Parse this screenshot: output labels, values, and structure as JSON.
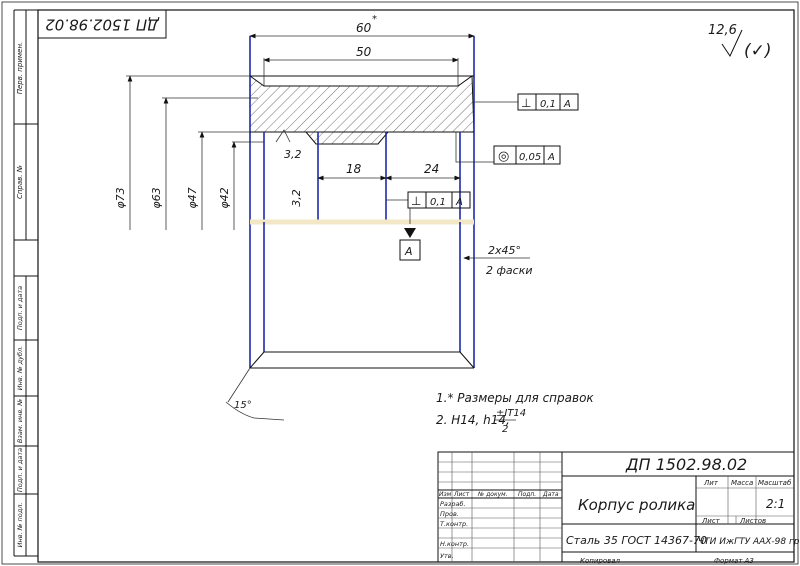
{
  "top_stamp": "ДП 1502.98.02",
  "left_strip": {
    "top_cells": [
      "Перв. примен.",
      "Справ. №"
    ],
    "bottom_cells": [
      "Подп. и дата",
      "Инв. № дубл.",
      "Взам. инв. №",
      "Подп. и дата",
      "Инв. № подл."
    ]
  },
  "roughness": {
    "value": "12,6",
    "check": "(✓)"
  },
  "dims": {
    "overall_length": "60",
    "overall_mark": "*",
    "inner_length": "50",
    "d73": "φ73",
    "d63": "φ63",
    "d47": "φ47",
    "d42": "φ42",
    "len18": "18",
    "len24": "24",
    "r1": "3,2",
    "r2": "3,2",
    "chamfer": "2x45°",
    "chamfer_note": "2 фаски",
    "angle": "15°"
  },
  "tolerances": [
    {
      "symbol": "⊥",
      "value": "0,1",
      "base": "A"
    },
    {
      "symbol": "◎",
      "value": "0,05",
      "base": "A"
    },
    {
      "symbol": "⊥",
      "value": "0,1",
      "base": "A"
    }
  ],
  "datum": "A",
  "notes": {
    "line1": "1.* Размеры для справок",
    "line2": "2. H14, h14,",
    "frac_top": "±IT14",
    "frac_bottom": "2"
  },
  "title_block": {
    "designation": "ДП 1502.98.02",
    "part_name": "Корпус ролика",
    "material": "Сталь 35 ГОСТ 14367-70",
    "org": "ЧТИ ИжГТУ ААХ-98 гр.",
    "col_lit": "Лит",
    "col_mass": "Масса",
    "col_scale": "Масштаб",
    "scale_value": "2:1",
    "sheet_label": "Лист",
    "sheets_label": "Листов",
    "row_header": [
      "Изм",
      "Лист",
      "№ докум.",
      "Подп.",
      "Дата"
    ],
    "roles": [
      "Разраб.",
      "Пров.",
      "Т.контр.",
      "Н.контр.",
      "Утв."
    ],
    "copied": "Копировал",
    "format": "Формат   А3"
  }
}
